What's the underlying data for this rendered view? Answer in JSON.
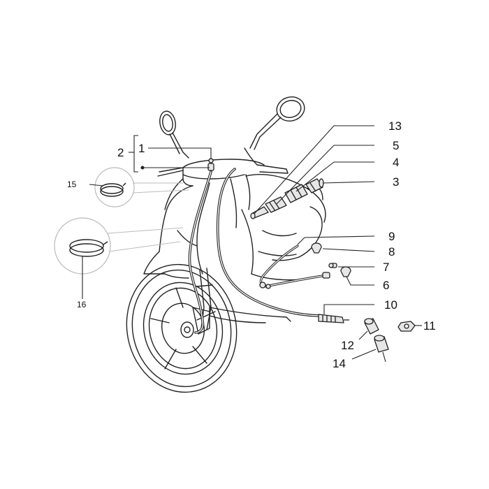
{
  "callouts": {
    "c1": "1",
    "c2": "2",
    "c3": "3",
    "c4": "4",
    "c5": "5",
    "c6": "6",
    "c7": "7",
    "c8": "8",
    "c9": "9",
    "c10": "10",
    "c11": "11",
    "c12": "12",
    "c13": "13",
    "c14": "14",
    "c15": "15",
    "c16": "16"
  },
  "colors": {
    "line": "#222222",
    "part_fill": "#e6e6e6",
    "leader_faint": "#bbbbbb"
  }
}
